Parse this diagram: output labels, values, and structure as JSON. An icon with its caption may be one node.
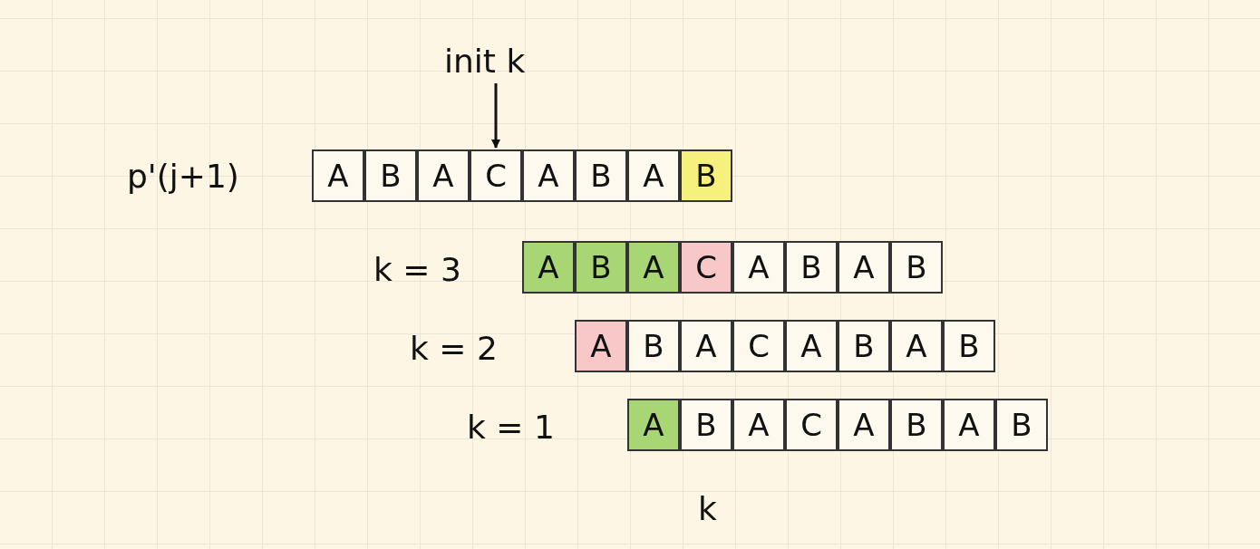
{
  "diagram": {
    "nodes": [
      {
        "text": [
          "init k"
        ]
      },
      {
        "text": [
          "A"
        ]
      },
      {
        "text": [
          "B"
        ]
      },
      {
        "text": [
          "A"
        ]
      },
      {
        "text": [
          "C"
        ]
      },
      {
        "text": [
          "A"
        ]
      },
      {
        "text": [
          "B"
        ]
      },
      {
        "text": [
          "A"
        ]
      },
      {
        "text": [
          "B"
        ]
      },
      {
        "text": [
          "A"
        ]
      },
      {
        "text": [
          "B"
        ]
      },
      {
        "text": [
          "A"
        ]
      },
      {
        "text": [
          "C"
        ]
      },
      {
        "text": [
          "A"
        ]
      },
      {
        "text": [
          "B"
        ]
      },
      {
        "text": [
          "A"
        ]
      },
      {
        "text": [
          "B"
        ]
      },
      {
        "text": [
          "A"
        ]
      },
      {
        "text": [
          "B"
        ]
      },
      {
        "text": [
          "A"
        ]
      },
      {
        "text": [
          "C"
        ]
      },
      {
        "text": [
          "A"
        ]
      },
      {
        "text": [
          "B"
        ]
      },
      {
        "text": [
          "A"
        ]
      },
      {
        "text": [
          "B"
        ]
      },
      {
        "text": [
          "A"
        ]
      },
      {
        "text": [
          "B"
        ]
      },
      {
        "text": [
          "A"
        ]
      },
      {
        "text": [
          "C"
        ]
      },
      {
        "text": [
          "A"
        ]
      },
      {
        "text": [
          "B"
        ]
      },
      {
        "text": [
          "A"
        ]
      },
      {
        "text": [
          "B"
        ]
      }
    ],
    "edges": [
      {
        "from": 0,
        "to": 4,
        "arrow": "to"
      }
    ],
    "labels": [
      "p'(j+1)",
      "k = 3",
      "k = 2",
      "k = 1",
      "k"
    ]
  }
}
